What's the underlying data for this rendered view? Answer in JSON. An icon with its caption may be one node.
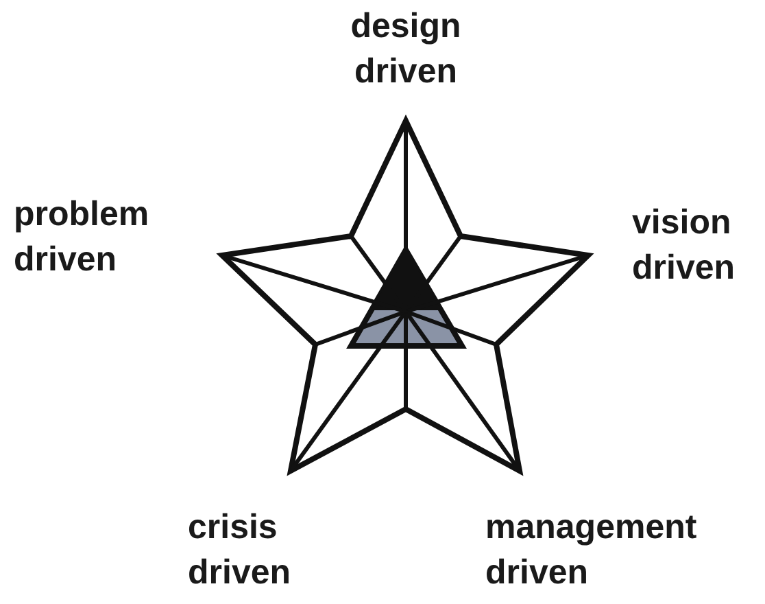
{
  "diagram": {
    "labels": [
      "design driven",
      "problem driven",
      "vision driven",
      "crisis driven",
      "management driven"
    ]
  }
}
